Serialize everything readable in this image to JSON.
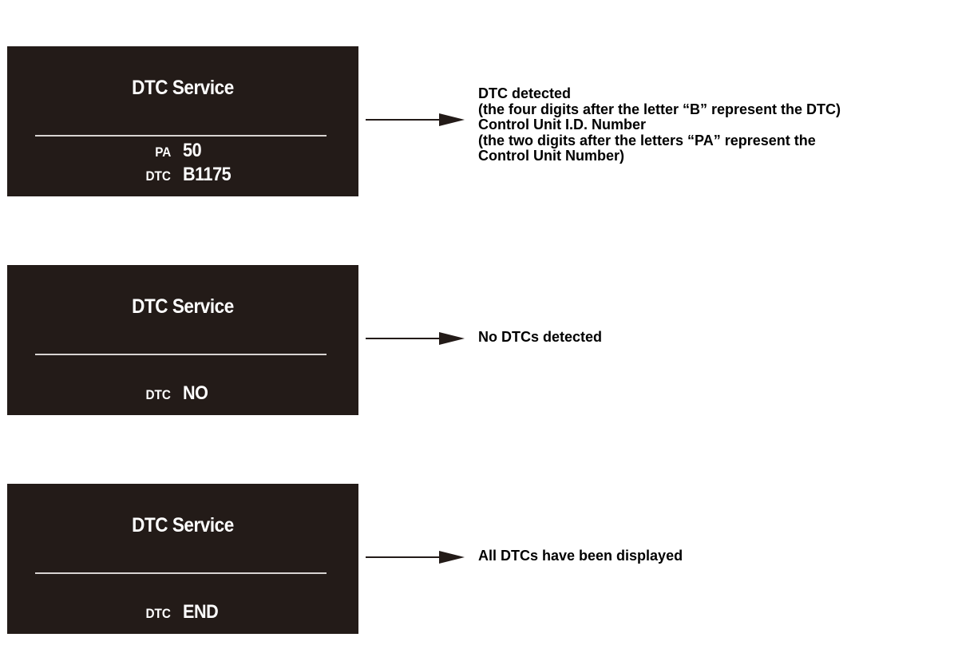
{
  "panels": [
    {
      "title": "DTC Service",
      "rows": [
        {
          "label": "PA",
          "value": "50"
        },
        {
          "label": "DTC",
          "value": "B1175"
        }
      ],
      "description": [
        "DTC detected",
        "(the four digits after the letter “B” represent the DTC)",
        "Control Unit I.D. Number",
        "(the two digits after the letters “PA” represent the",
        "Control Unit Number)"
      ]
    },
    {
      "title": "DTC Service",
      "rows": [
        {
          "label": "DTC",
          "value": "NO"
        }
      ],
      "description": [
        "No DTCs detected"
      ]
    },
    {
      "title": "DTC Service",
      "rows": [
        {
          "label": "DTC",
          "value": "END"
        }
      ],
      "description": [
        "All DTCs have been displayed"
      ]
    }
  ],
  "colors": {
    "panel_background": "#231b18",
    "panel_text": "#ffffff",
    "divider": "#d8d4d2",
    "arrow": "#231b18",
    "description_text": "#000000"
  }
}
